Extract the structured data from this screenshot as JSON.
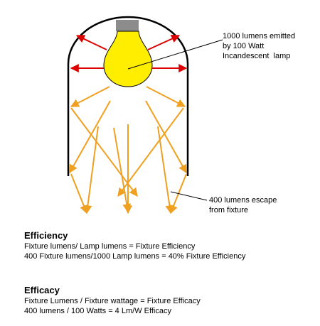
{
  "diagram": {
    "lamp_callout": [
      "1000 lumens emitted",
      "by 100 Watt",
      "Incandescent  lamp"
    ],
    "escape_callout": [
      "400 lumens escape",
      "from fixture"
    ],
    "colors": {
      "bulb": "#ffee00",
      "bulb_base": "#8c8c8c",
      "red_arrow": "#dd0000",
      "orange_arrow": "#f0a020",
      "fixture_outline": "#000000"
    }
  },
  "efficiency": {
    "title": "Efficiency",
    "line1": "Fixture lumens/ Lamp lumens = Fixture Efficiency",
    "line2": "400 Fixture lumens/1000 Lamp lumens = 40% Fixture Efficiency"
  },
  "efficacy": {
    "title": "Efficacy",
    "line1": "Fixture Lumens / Fixture wattage = Fixture Efficacy",
    "line2": "400 lumens / 100 Watts = 4 Lm/W Efficacy"
  }
}
